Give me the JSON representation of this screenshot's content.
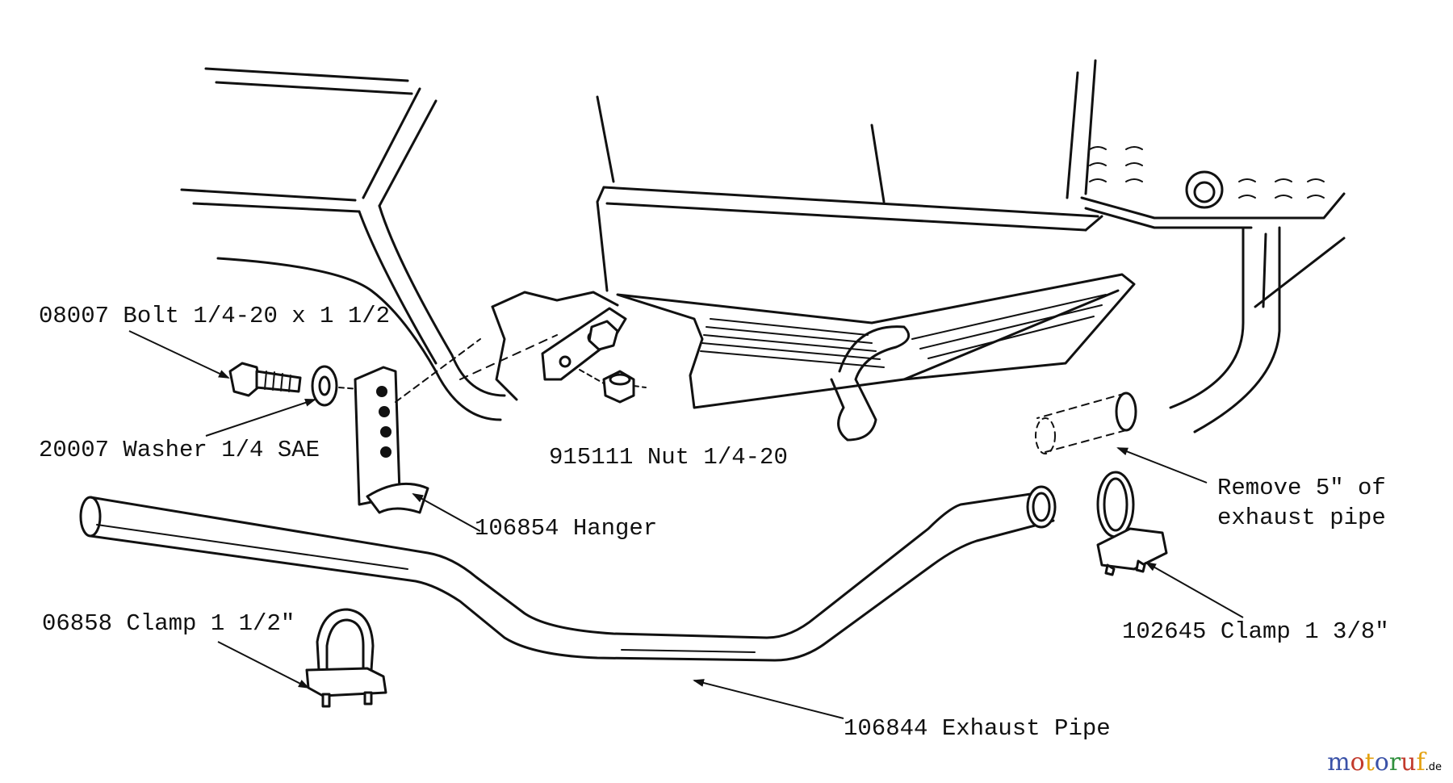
{
  "labels": {
    "bolt": "08007 Bolt 1/4-20 x 1 1/2",
    "washer": "20007 Washer 1/4 SAE",
    "nut": "915111 Nut 1/4-20",
    "hanger": "106854 Hanger",
    "remove_line1": "Remove 5\" of",
    "remove_line2": "exhaust pipe",
    "clamp_right": "102645 Clamp 1 3/8\"",
    "clamp_left": "06858 Clamp 1 1/2\"",
    "exhaust_pipe": "106844 Exhaust Pipe"
  },
  "watermark": {
    "letters": [
      "m",
      "o",
      "t",
      "o",
      "r",
      "u",
      "f"
    ],
    "suffix": ".de",
    "colors": [
      "#3a52a8",
      "#c23a2c",
      "#e4a10f",
      "#3a52a8",
      "#2f8f3d",
      "#c23a2c",
      "#e4a10f"
    ]
  }
}
